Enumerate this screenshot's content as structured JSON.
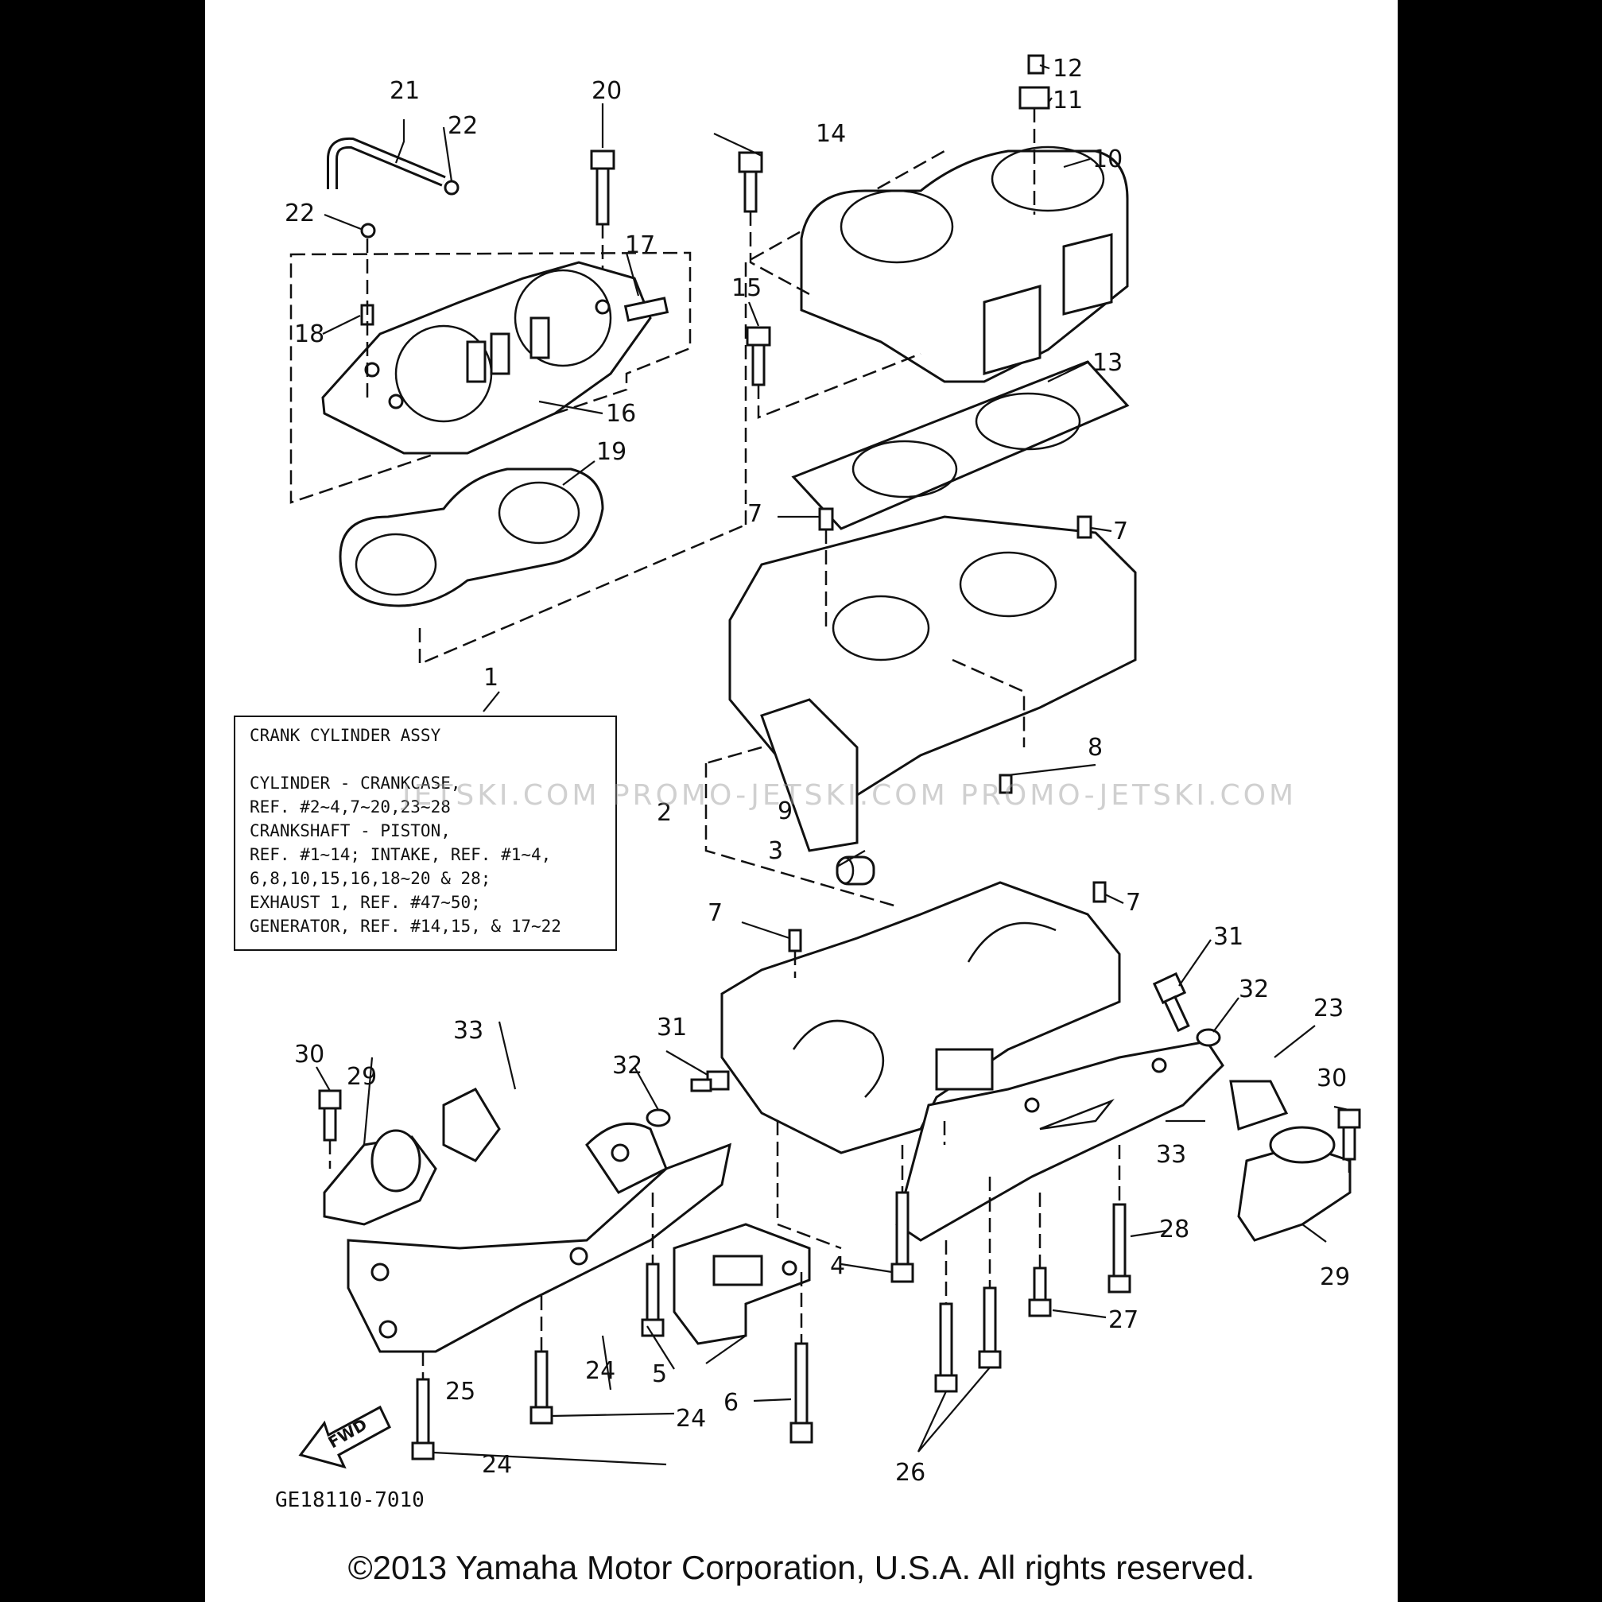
{
  "note": {
    "title": "CRANK CYLINDER ASSY",
    "lines": [
      "CYLINDER - CRANKCASE,",
      "REF. #2~4,7~20,23~28",
      "CRANKSHAFT - PISTON,",
      "REF. #1~14; INTAKE, REF. #1~4,",
      "6,8,10,15,16,18~20 & 28;",
      "EXHAUST 1, REF. #47~50;",
      "GENERATOR, REF. #14,15, & 17~22"
    ]
  },
  "callouts": [
    "21",
    "20",
    "22",
    "22",
    "18",
    "17",
    "16",
    "19",
    "12",
    "11",
    "14",
    "10",
    "15",
    "13",
    "7",
    "7",
    "1",
    "8",
    "2",
    "9",
    "3",
    "7",
    "7",
    "31",
    "32",
    "23",
    "33",
    "30",
    "29",
    "31",
    "32",
    "30",
    "33",
    "28",
    "29",
    "4",
    "27",
    "24",
    "5",
    "24",
    "6",
    "26",
    "25",
    "24"
  ],
  "fwd_label": "FWD",
  "watermark": "JETSKI.COM   PROMO-JETSKI.COM   PROMO-JETSKI.COM",
  "diagram_code": "GE18110-7010",
  "copyright": "©2013 Yamaha Motor Corporation, U.S.A. All rights reserved."
}
